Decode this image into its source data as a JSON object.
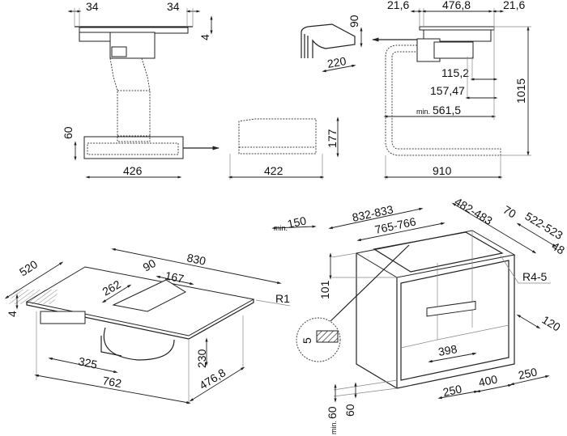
{
  "views": {
    "front_section": {
      "top_left": "34",
      "top_right": "34",
      "thickness": "4",
      "outlet_height": "60",
      "outlet_width": "426"
    },
    "side_box": {
      "height": "177",
      "width": "422"
    },
    "elbow": {
      "height": "90",
      "width": "220"
    },
    "side_section": {
      "left": "21,6",
      "middle": "476,8",
      "right": "21,6",
      "d1": "115,2",
      "d2": "157,47",
      "min_prefix": "min.",
      "d3": "561,5",
      "height": "1015",
      "width": "910"
    },
    "hob_iso": {
      "depth": "520",
      "width": "830",
      "vent_depth": "90",
      "vent_width": "262",
      "vent_len": "167",
      "radius": "R1",
      "thickness": "4",
      "body_height": "230",
      "offset": "325",
      "body_width": "762",
      "body_depth": "476,8"
    },
    "cabinet_iso": {
      "min_prefix": "min.",
      "min_back": "150",
      "outer_width": "832-833",
      "cutout_width": "765-766",
      "outer_depth": "482-483",
      "front_gap": "70",
      "cutout_depth": "522-523",
      "side": "48",
      "radius": "R4-5",
      "height": "101",
      "detail": "5",
      "vent_width": "398",
      "rear": "120",
      "b1": "250",
      "b2": "400",
      "b3": "250",
      "plinth": "60",
      "min_plinth": "60"
    }
  }
}
